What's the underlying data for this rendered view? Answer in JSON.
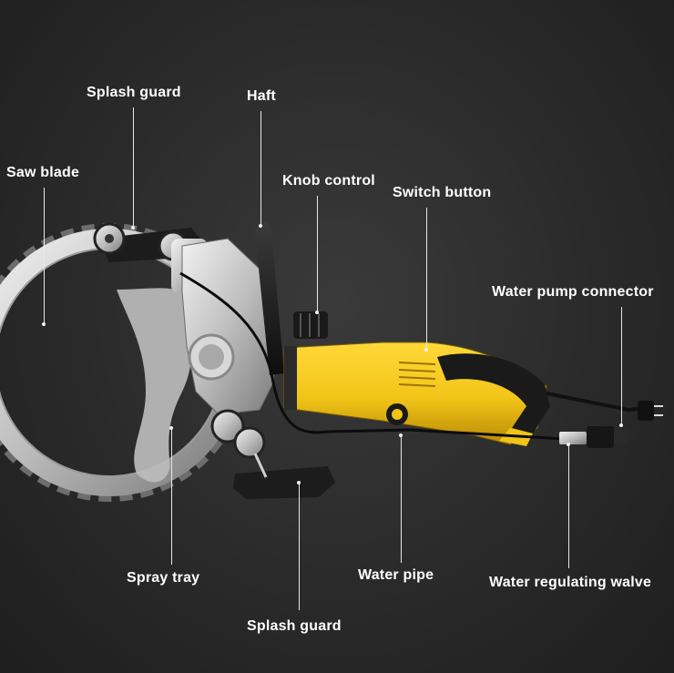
{
  "diagram": {
    "subject": "ring saw with water-cooling parts",
    "labels": {
      "splash_guard_top": "Splash guard",
      "haft": "Haft",
      "saw_blade": "Saw blade",
      "knob_control": "Knob control",
      "switch_button": "Switch button",
      "water_pump_connector": "Water pump connector",
      "spray_tray": "Spray tray",
      "water_pipe": "Water pipe",
      "water_regulating_walve": "Water regulating walve",
      "splash_guard_bottom": "Splash guard"
    },
    "colors": {
      "background": "#2a2a2a",
      "body_yellow": "#f2c418",
      "grip_black": "#1a1a1a",
      "metal": "#c9c9c9",
      "label_text": "#ffffff"
    }
  }
}
